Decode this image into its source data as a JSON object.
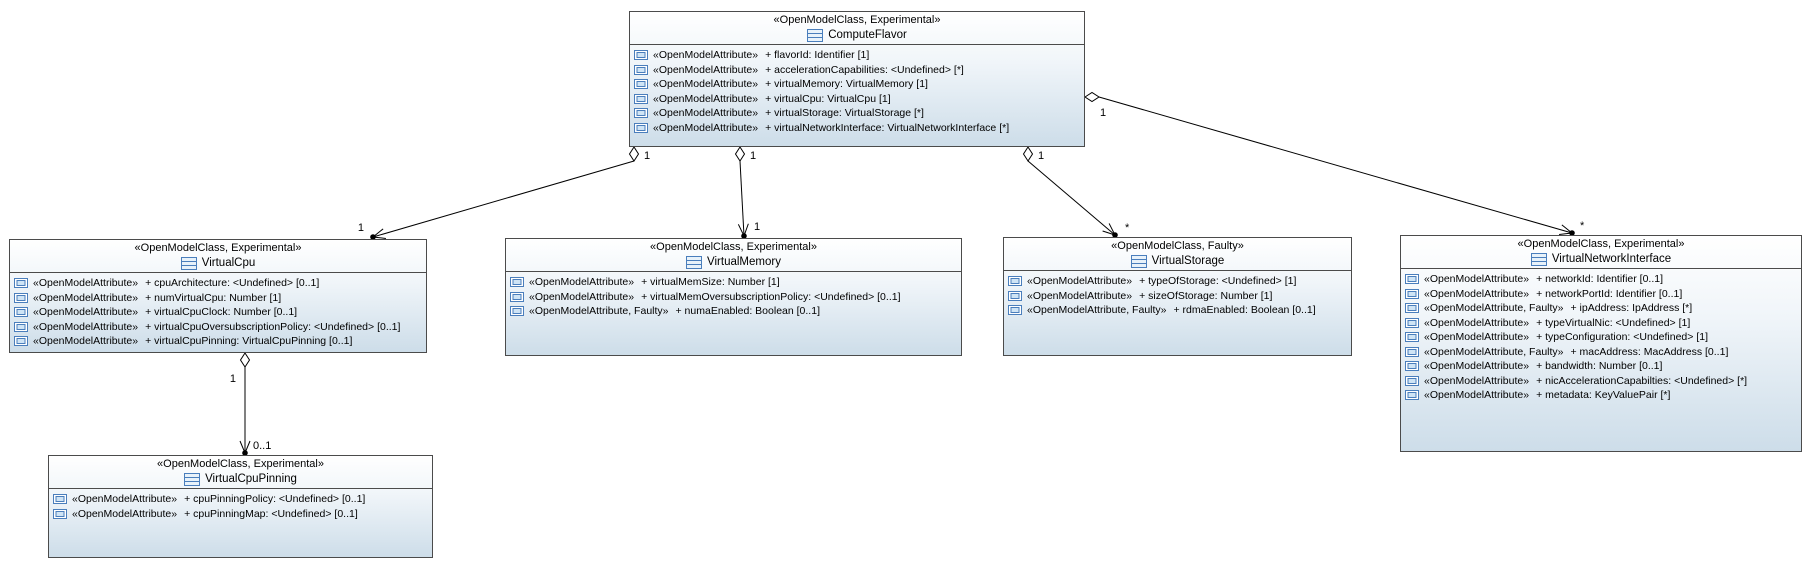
{
  "classes": [
    {
      "id": "ComputeFlavor",
      "stereotype": "«OpenModelClass, Experimental»",
      "name": "ComputeFlavor",
      "attributes": [
        {
          "stereotype": "«OpenModelAttribute»",
          "text": "+ flavorId: Identifier [1]"
        },
        {
          "stereotype": "«OpenModelAttribute»",
          "text": "+ accelerationCapabilities: <Undefined> [*]"
        },
        {
          "stereotype": "«OpenModelAttribute»",
          "text": "+ virtualMemory: VirtualMemory [1]"
        },
        {
          "stereotype": "«OpenModelAttribute»",
          "text": "+ virtualCpu: VirtualCpu [1]"
        },
        {
          "stereotype": "«OpenModelAttribute»",
          "text": "+ virtualStorage: VirtualStorage [*]"
        },
        {
          "stereotype": "«OpenModelAttribute»",
          "text": "+ virtualNetworkInterface: VirtualNetworkInterface [*]"
        }
      ]
    },
    {
      "id": "VirtualCpu",
      "stereotype": "«OpenModelClass, Experimental»",
      "name": "VirtualCpu",
      "attributes": [
        {
          "stereotype": "«OpenModelAttribute»",
          "text": "+ cpuArchitecture: <Undefined> [0..1]"
        },
        {
          "stereotype": "«OpenModelAttribute»",
          "text": "+ numVirtualCpu: Number [1]"
        },
        {
          "stereotype": "«OpenModelAttribute»",
          "text": "+ virtualCpuClock: Number [0..1]"
        },
        {
          "stereotype": "«OpenModelAttribute»",
          "text": "+ virtualCpuOversubscriptionPolicy: <Undefined> [0..1]"
        },
        {
          "stereotype": "«OpenModelAttribute»",
          "text": "+ virtualCpuPinning: VirtualCpuPinning [0..1]"
        }
      ]
    },
    {
      "id": "VirtualMemory",
      "stereotype": "«OpenModelClass, Experimental»",
      "name": "VirtualMemory",
      "attributes": [
        {
          "stereotype": "«OpenModelAttribute»",
          "text": "+ virtualMemSize: Number [1]"
        },
        {
          "stereotype": "«OpenModelAttribute»",
          "text": "+ virtualMemOversubscriptionPolicy: <Undefined> [0..1]"
        },
        {
          "stereotype": "«OpenModelAttribute, Faulty»",
          "text": "+ numaEnabled: Boolean [0..1]"
        }
      ]
    },
    {
      "id": "VirtualStorage",
      "stereotype": "«OpenModelClass, Faulty»",
      "name": "VirtualStorage",
      "attributes": [
        {
          "stereotype": "«OpenModelAttribute»",
          "text": "+ typeOfStorage: <Undefined> [1]"
        },
        {
          "stereotype": "«OpenModelAttribute»",
          "text": "+ sizeOfStorage: Number [1]"
        },
        {
          "stereotype": "«OpenModelAttribute, Faulty»",
          "text": "+ rdmaEnabled: Boolean [0..1]"
        }
      ]
    },
    {
      "id": "VirtualNetworkInterface",
      "stereotype": "«OpenModelClass, Experimental»",
      "name": "VirtualNetworkInterface",
      "attributes": [
        {
          "stereotype": "«OpenModelAttribute»",
          "text": "+ networkId: Identifier [0..1]"
        },
        {
          "stereotype": "«OpenModelAttribute»",
          "text": "+ networkPortId: Identifier [0..1]"
        },
        {
          "stereotype": "«OpenModelAttribute, Faulty»",
          "text": "+ ipAddress: IpAddress [*]"
        },
        {
          "stereotype": "«OpenModelAttribute»",
          "text": "+ typeVirtualNic: <Undefined> [1]"
        },
        {
          "stereotype": "«OpenModelAttribute»",
          "text": "+ typeConfiguration: <Undefined> [1]"
        },
        {
          "stereotype": "«OpenModelAttribute, Faulty»",
          "text": "+ macAddress: MacAddress [0..1]"
        },
        {
          "stereotype": "«OpenModelAttribute»",
          "text": "+ bandwidth: Number [0..1]"
        },
        {
          "stereotype": "«OpenModelAttribute»",
          "text": "+ nicAccelerationCapabilties: <Undefined> [*]"
        },
        {
          "stereotype": "«OpenModelAttribute»",
          "text": "+ metadata: KeyValuePair [*]"
        }
      ]
    },
    {
      "id": "VirtualCpuPinning",
      "stereotype": "«OpenModelClass, Experimental»",
      "name": "VirtualCpuPinning",
      "attributes": [
        {
          "stereotype": "«OpenModelAttribute»",
          "text": "+ cpuPinningPolicy: <Undefined> [0..1]"
        },
        {
          "stereotype": "«OpenModelAttribute»",
          "text": "+ cpuPinningMap: <Undefined> [0..1]"
        }
      ]
    }
  ],
  "connectors": [
    {
      "id": "computeFlavor-virtualCpu",
      "source": "ComputeFlavor",
      "target": "VirtualCpu",
      "source_label": "1",
      "target_label": "1"
    },
    {
      "id": "computeFlavor-virtualMemory",
      "source": "ComputeFlavor",
      "target": "VirtualMemory",
      "source_label": "1",
      "target_label": "1"
    },
    {
      "id": "computeFlavor-virtualStorage",
      "source": "ComputeFlavor",
      "target": "VirtualStorage",
      "source_label": "1",
      "target_label": "*"
    },
    {
      "id": "computeFlavor-virtualNetworkInterface",
      "source": "ComputeFlavor",
      "target": "VirtualNetworkInterface",
      "source_label": "1",
      "target_label": "*"
    },
    {
      "id": "virtualCpu-virtualCpuPinning",
      "source": "VirtualCpu",
      "target": "VirtualCpuPinning",
      "source_label": "1",
      "target_label": "0..1"
    }
  ],
  "colors": {
    "box_border": "#4b4b4b",
    "box_fill_top": "#ffffff",
    "box_fill_bottom": "#cddde9",
    "icon_blue": "#4a7ebc",
    "text": "#000000",
    "line": "#000000"
  }
}
